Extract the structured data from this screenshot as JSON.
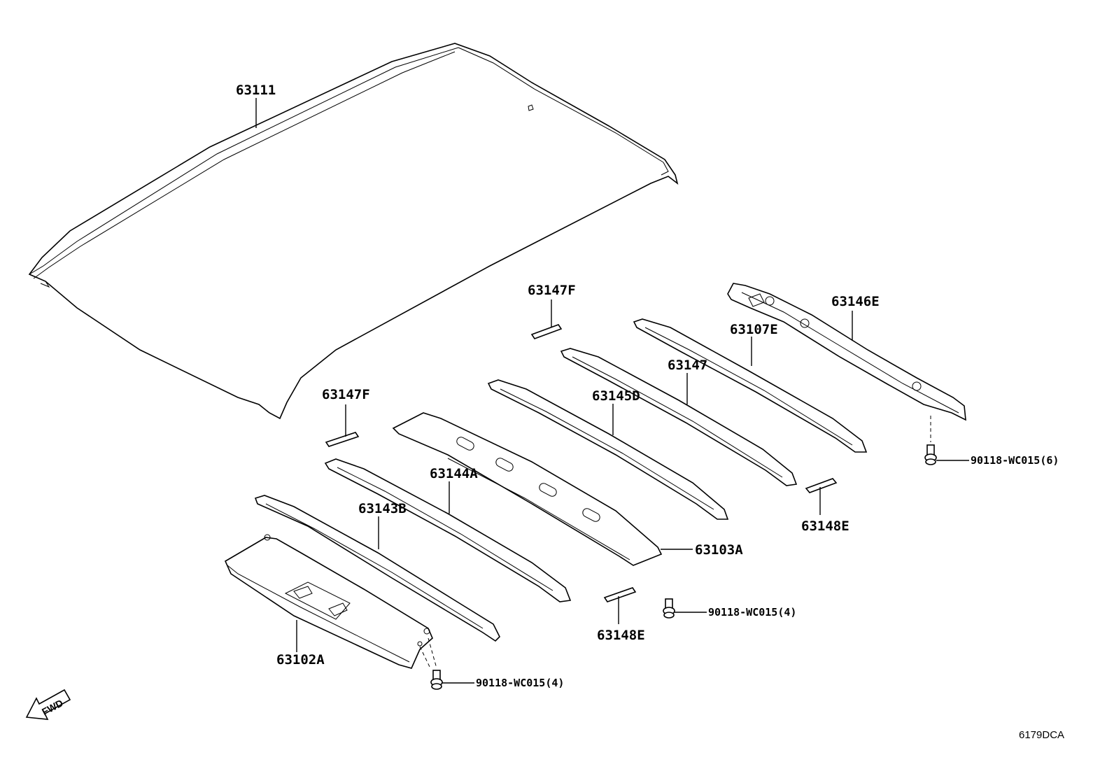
{
  "diagram": {
    "parts": {
      "roof_panel": "63111",
      "front_header_panel": "63102A",
      "bow_1": "63143B",
      "bow_2": "63144A",
      "center_reinforcement": "63103A",
      "bow_3": "63145D",
      "bow_4": "63147",
      "bow_5": "63107E",
      "rear_header": "63146E",
      "pad_upper": "63147F",
      "pad_lower": "63147F",
      "spacer_right": "63148E",
      "spacer_center": "63148E"
    },
    "bolts": {
      "front": "90118-WC015(4)",
      "center": "90118-WC015(4)",
      "rear": "90118-WC015(6)"
    },
    "direction": "FWD",
    "drawing_code": "6179DCA"
  }
}
